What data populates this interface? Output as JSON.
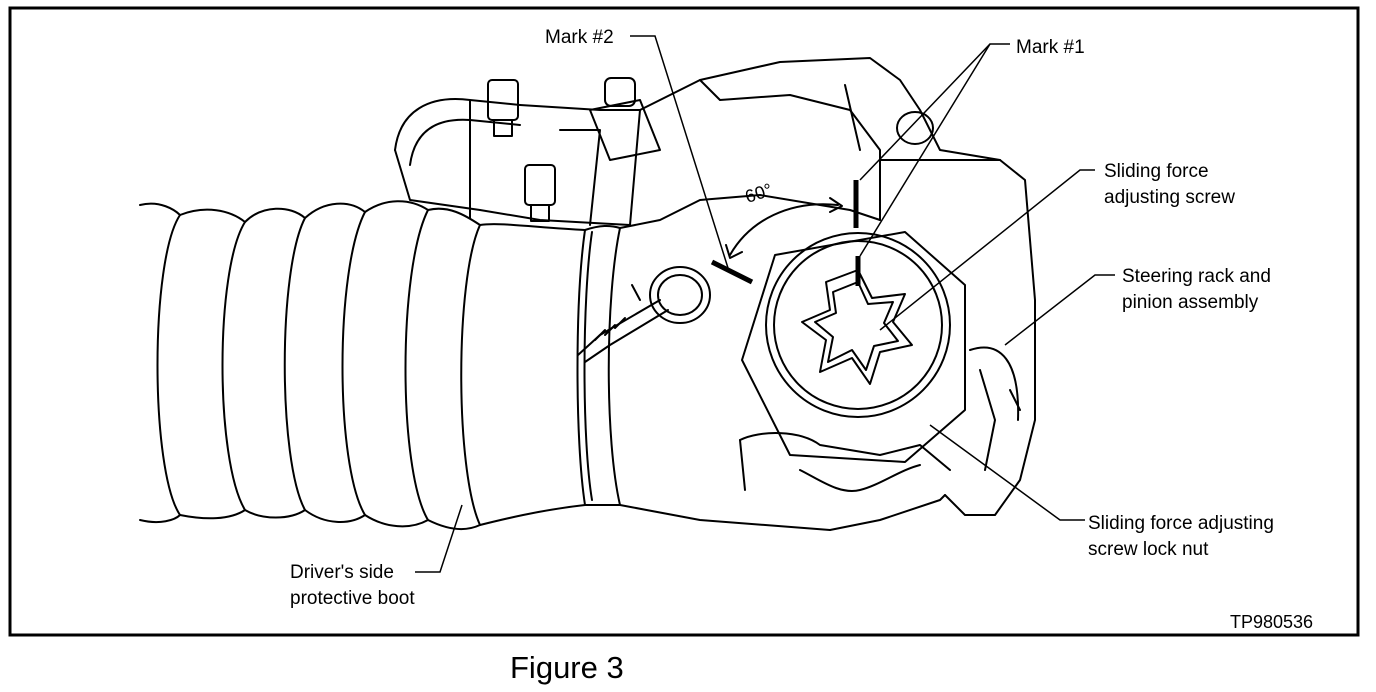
{
  "figure": {
    "caption": "Figure 3",
    "code": "TP980536"
  },
  "labels": {
    "mark2": "Mark #2",
    "mark1": "Mark #1",
    "angle": "60°",
    "sliding_screw_line1": "Sliding force",
    "sliding_screw_line2": "adjusting screw",
    "rack_line1": "Steering rack and",
    "rack_line2": "pinion assembly",
    "locknut_line1": "Sliding force adjusting",
    "locknut_line2": "screw lock nut",
    "boot_line1": "Driver's side",
    "boot_line2": "protective boot"
  }
}
